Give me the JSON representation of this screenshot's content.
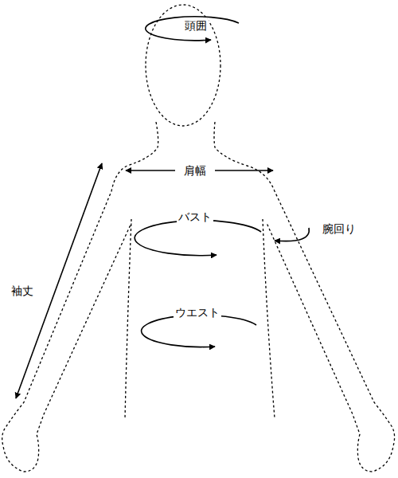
{
  "diagram": {
    "labels": [
      "頭囲",
      "肩幅",
      "バスト",
      "腕回り",
      "ウエスト",
      "袖丈"
    ]
  }
}
